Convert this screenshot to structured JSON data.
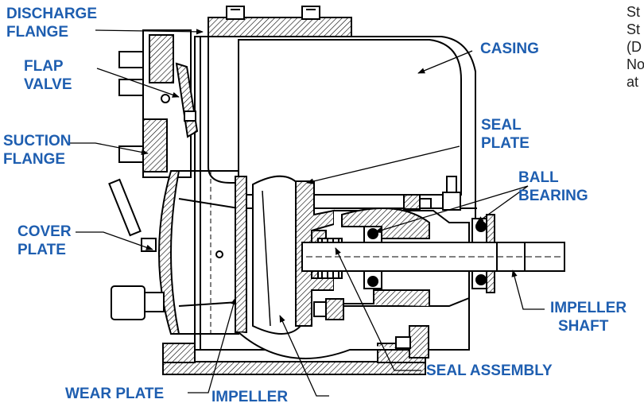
{
  "labels": {
    "discharge_flange": [
      "DISCHARGE",
      "FLANGE"
    ],
    "flap_valve": [
      "FLAP",
      "VALVE"
    ],
    "suction_flange": [
      "SUCTION",
      "FLANGE"
    ],
    "cover_plate": [
      "COVER",
      "PLATE"
    ],
    "casing": "CASING",
    "seal_plate": [
      "SEAL",
      "PLATE"
    ],
    "ball_bearing": [
      "BALL",
      "BEARING"
    ],
    "impeller_shaft": [
      "IMPELLER",
      "SHAFT"
    ],
    "seal_assembly": "SEAL ASSEMBLY",
    "wear_plate": "WEAR PLATE",
    "impeller": "IMPELLER"
  },
  "side_text": [
    "St",
    "St",
    "(D",
    "No",
    "at"
  ],
  "colors": {
    "label": "#1e5eb0",
    "line": "#000000",
    "hatch": "#000000"
  }
}
